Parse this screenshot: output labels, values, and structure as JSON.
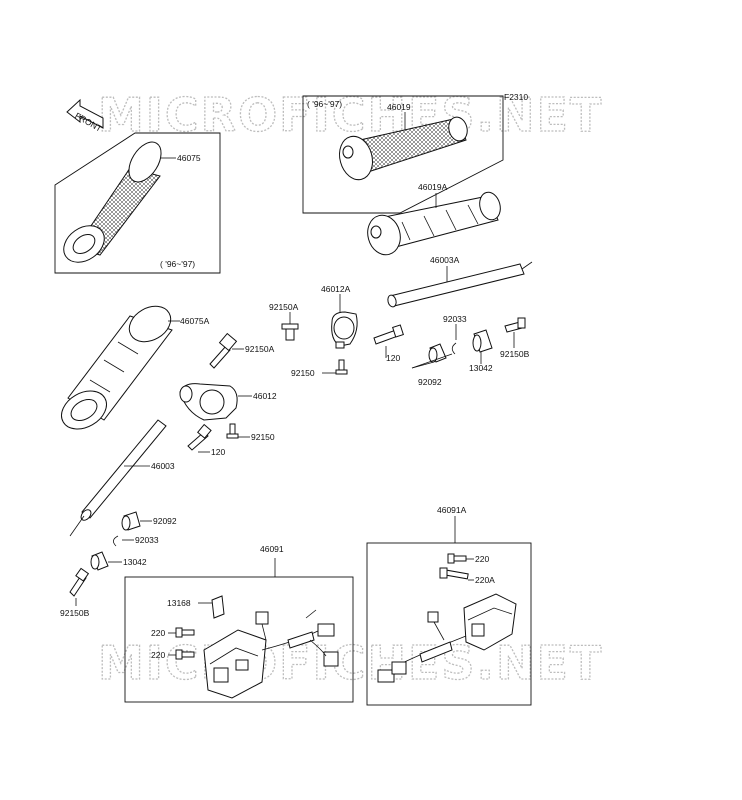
{
  "figure_code": "F2310",
  "watermark": "MICROFICHES.NET",
  "front_label": "FRONT",
  "year_range_a": "( '96~'97)",
  "year_range_b": "( '96~'97)",
  "labels": {
    "p46075": "46075",
    "p46019": "46019",
    "p46019A": "46019A",
    "p46003A": "46003A",
    "p46012A": "46012A",
    "p92150A_1": "92150A",
    "p92150A_2": "92150A",
    "p46075A": "46075A",
    "p92033_1": "92033",
    "p120_1": "120",
    "p92150_1": "92150",
    "p92092_1": "92092",
    "p13042_1": "13042",
    "p92150B_1": "92150B",
    "p46012": "46012",
    "p92150_2": "92150",
    "p120_2": "120",
    "p46003": "46003",
    "p92092_2": "92092",
    "p92033_2": "92033",
    "p13042_2": "13042",
    "p92150B_2": "92150B",
    "p46091": "46091",
    "p46091A": "46091A",
    "p13168": "13168",
    "p220_1": "220",
    "p220_2": "220",
    "p220_3": "220",
    "p220A": "220A"
  }
}
